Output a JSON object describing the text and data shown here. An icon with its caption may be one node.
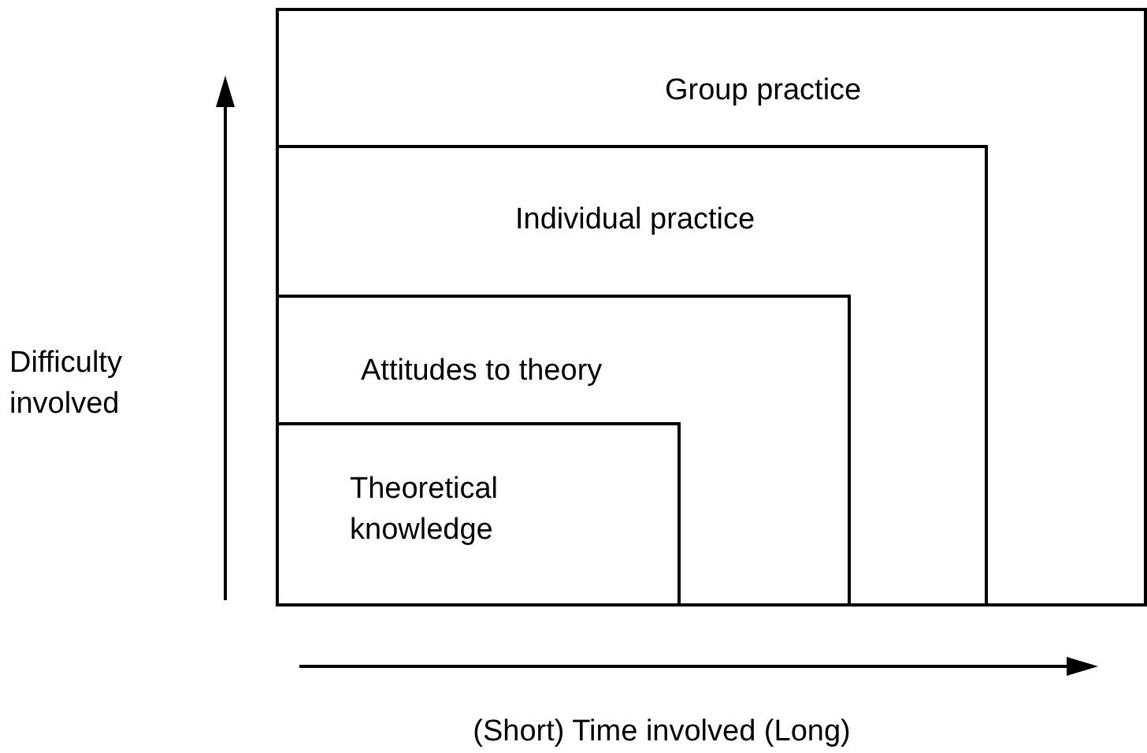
{
  "diagram": {
    "nodes": [
      {
        "text": [
          "Group practice"
        ]
      },
      {
        "text": [
          "Individual practice"
        ],
        "in": 0
      },
      {
        "text": [
          "Attitudes to theory"
        ],
        "in": 1
      },
      {
        "text": [
          "Theoretical knowledge"
        ],
        "in": 2
      }
    ],
    "labels": [
      "Difficulty involved",
      "(Short) Time involved (Long)"
    ]
  }
}
